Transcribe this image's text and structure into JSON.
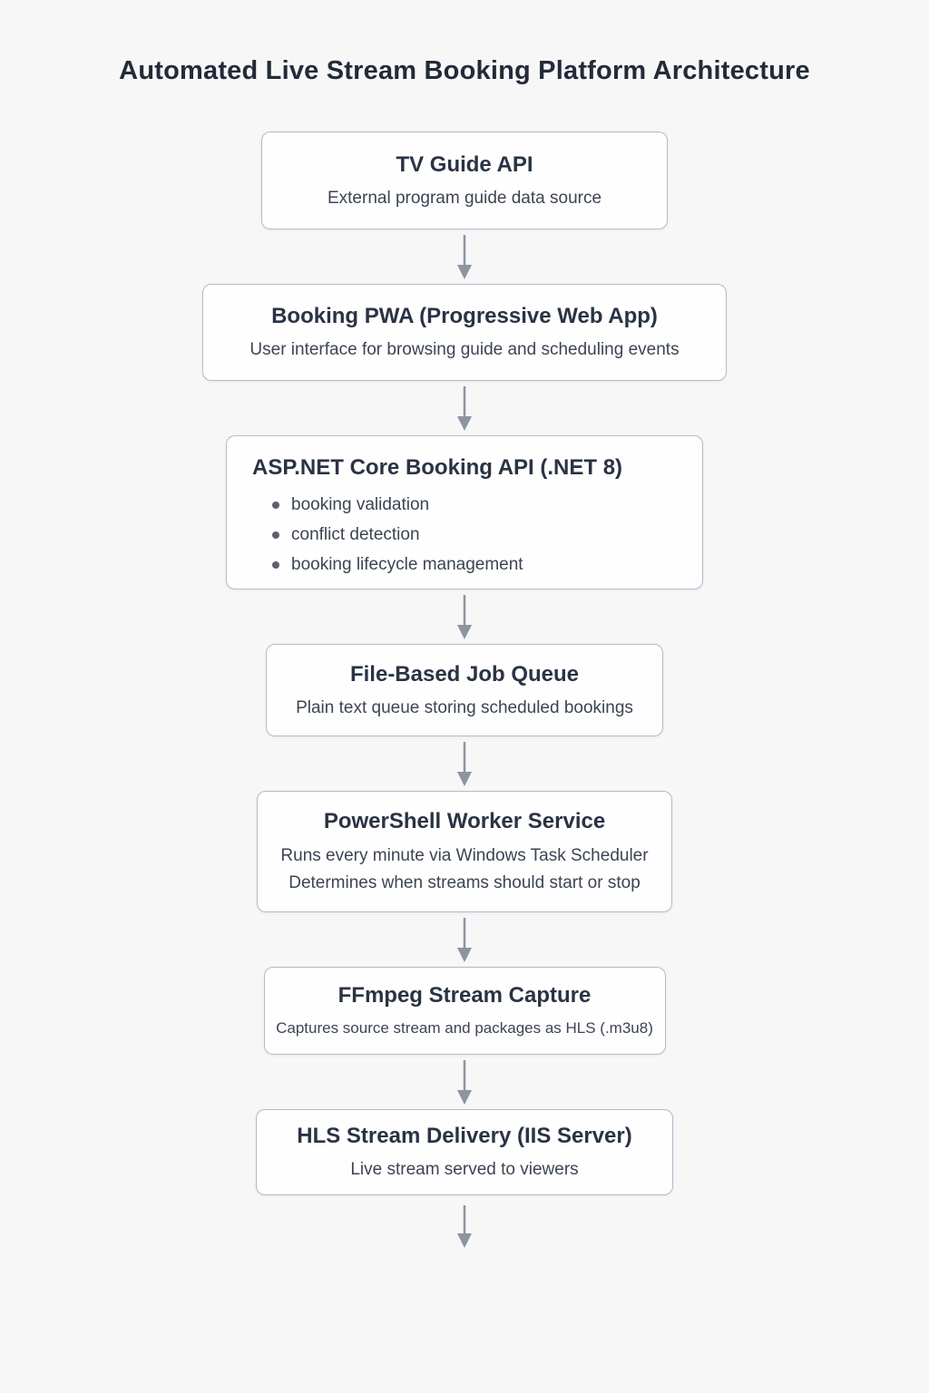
{
  "page": {
    "title": "Automated Live Stream Booking Platform Architecture"
  },
  "colors": {
    "background": "#f7f7f8",
    "box_fill": "#fefefe",
    "box_border": "#b6bac9",
    "title_text": "#232b3a",
    "box_title_text": "#2a3344",
    "body_text": "#3c4454",
    "arrow": "#8d93a0",
    "bullet": "#5b6270"
  },
  "diagram": {
    "nodes": [
      {
        "title": "TV Guide API",
        "subtitle": "External program guide data source"
      },
      {
        "title": "Booking PWA (Progressive Web App)",
        "subtitle": "User interface for browsing guide and scheduling events"
      },
      {
        "title": "ASP.NET Core Booking API (.NET 8)",
        "bullets": [
          "booking validation",
          "conflict detection",
          "booking lifecycle management"
        ]
      },
      {
        "title": "File-Based Job Queue",
        "subtitle": "Plain text queue storing scheduled bookings"
      },
      {
        "title": "PowerShell Worker Service",
        "lines": [
          "Runs every minute via Windows Task Scheduler",
          "Determines when streams should start or stop"
        ]
      },
      {
        "title": "FFmpeg Stream Capture",
        "subtitle": "Captures source stream and packages as HLS (.m3u8)"
      },
      {
        "title": "HLS Stream Delivery (IIS Server)",
        "subtitle": "Live stream served to viewers"
      }
    ]
  }
}
